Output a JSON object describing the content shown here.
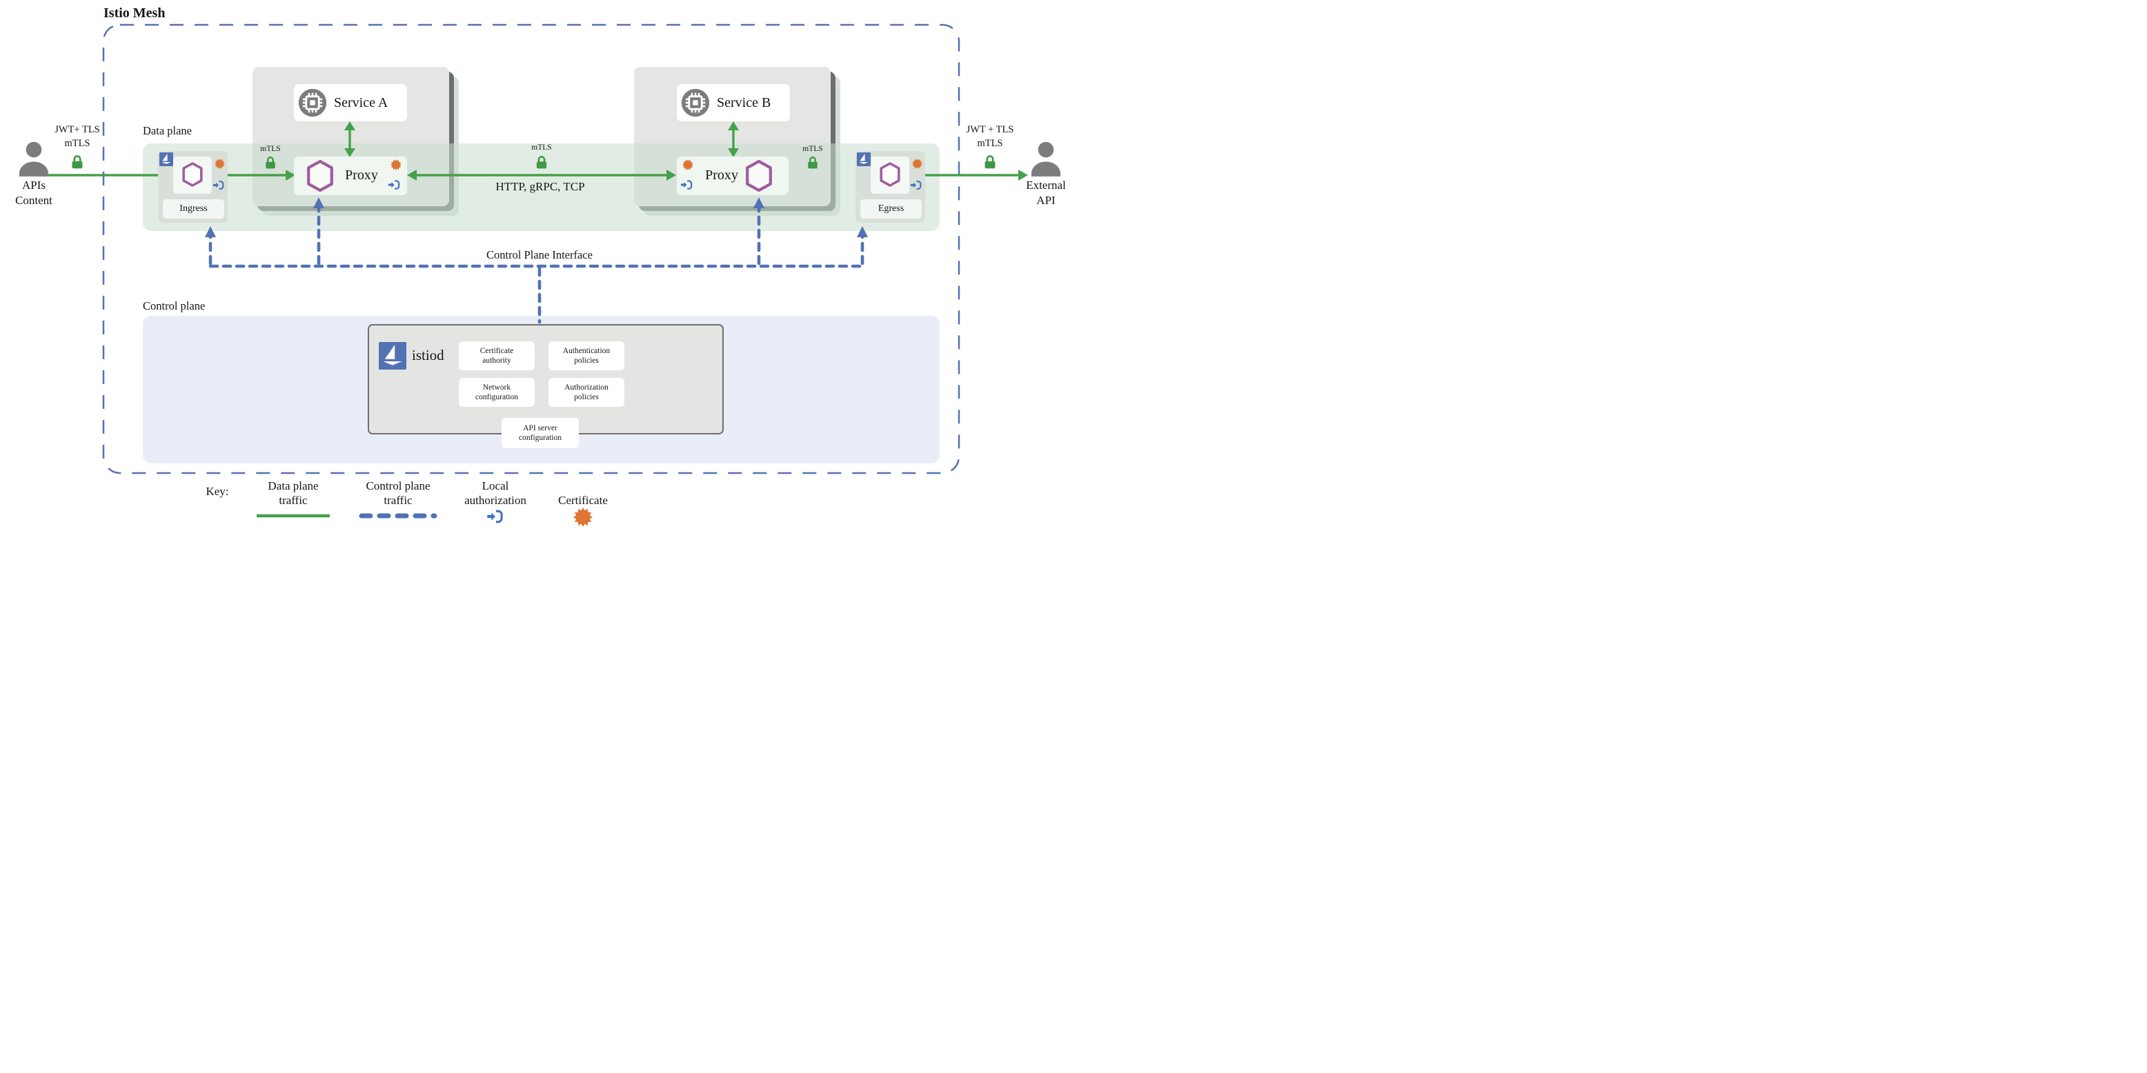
{
  "title": "Istio Mesh",
  "planes": {
    "data_plane_label": "Data plane",
    "control_plane_label": "Control plane",
    "interface_label": "Control Plane Interface"
  },
  "actors": {
    "left": {
      "line1": "APIs",
      "line2": "Content",
      "proto1": "JWT+ TLS",
      "proto2": "mTLS"
    },
    "right": {
      "line1": "External",
      "line2": "API",
      "proto1": "JWT + TLS",
      "proto2": "mTLS"
    }
  },
  "data_plane": {
    "ingress_label": "Ingress",
    "egress_label": "Egress",
    "service_a_label": "Service A",
    "service_b_label": "Service B",
    "proxy_label": "Proxy",
    "mtls_label": "mTLS",
    "traffic_label": "HTTP, gRPC, TCP"
  },
  "control_plane": {
    "istiod_label": "istiod",
    "components": [
      {
        "line1": "Certificate",
        "line2": "authority"
      },
      {
        "line1": "Authentication",
        "line2": "policies"
      },
      {
        "line1": "Network",
        "line2": "configuration"
      },
      {
        "line1": "Authorization",
        "line2": "policies"
      },
      {
        "line1": "API server",
        "line2": "configuration"
      }
    ]
  },
  "legend": {
    "key_label": "Key:",
    "data_plane": {
      "line1": "Data plane",
      "line2": "traffic"
    },
    "control_plane": {
      "line1": "Control plane",
      "line2": "traffic"
    },
    "local_auth": {
      "line1": "Local",
      "line2": "authorization"
    },
    "certificate": {
      "line1": "Certificate"
    }
  },
  "colors": {
    "data_traffic_green": "#47A04B",
    "control_traffic_blue": "#5272B4",
    "proxy_purple": "#9E5CA0",
    "certificate_orange": "#DF7434",
    "actor_gray": "#7C7C7C"
  }
}
